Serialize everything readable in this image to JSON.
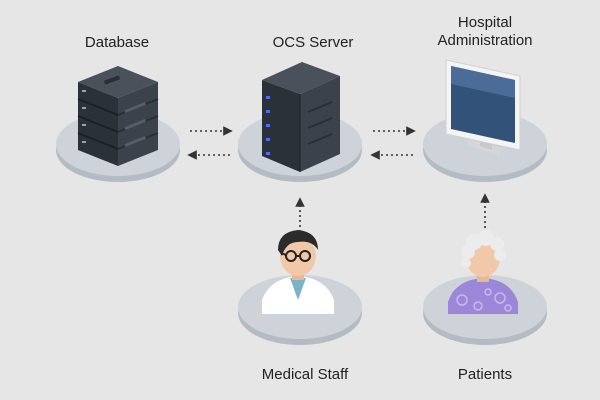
{
  "nodes": {
    "database": {
      "label": "Database"
    },
    "ocs_server": {
      "label": "OCS Server"
    },
    "hospital_admin": {
      "label_line1": "Hospital",
      "label_line2": "Administration"
    },
    "medical_staff": {
      "label": "Medical Staff"
    },
    "patients": {
      "label": "Patients"
    }
  },
  "connections": [
    {
      "from": "database",
      "to": "ocs_server",
      "direction": "bidirectional"
    },
    {
      "from": "ocs_server",
      "to": "hospital_admin",
      "direction": "bidirectional"
    },
    {
      "from": "medical_staff",
      "to": "ocs_server",
      "direction": "one-way"
    },
    {
      "from": "patients",
      "to": "hospital_admin",
      "direction": "one-way"
    }
  ],
  "colors": {
    "background": "#e6e6e6",
    "platform_top": "#c9d0d6",
    "platform_side": "#b4bcc3",
    "server_dark": "#2b3138",
    "server_light": "#3b424b",
    "server_led": "#4a6cff",
    "monitor_frame": "#f2f2f2",
    "monitor_screen": "#33527a",
    "staff_coat": "#ffffff",
    "staff_skin": "#f2c9a8",
    "patient_shirt": "#9b86d8",
    "patient_hair": "#e8e8e8",
    "arrow": "#333333"
  }
}
